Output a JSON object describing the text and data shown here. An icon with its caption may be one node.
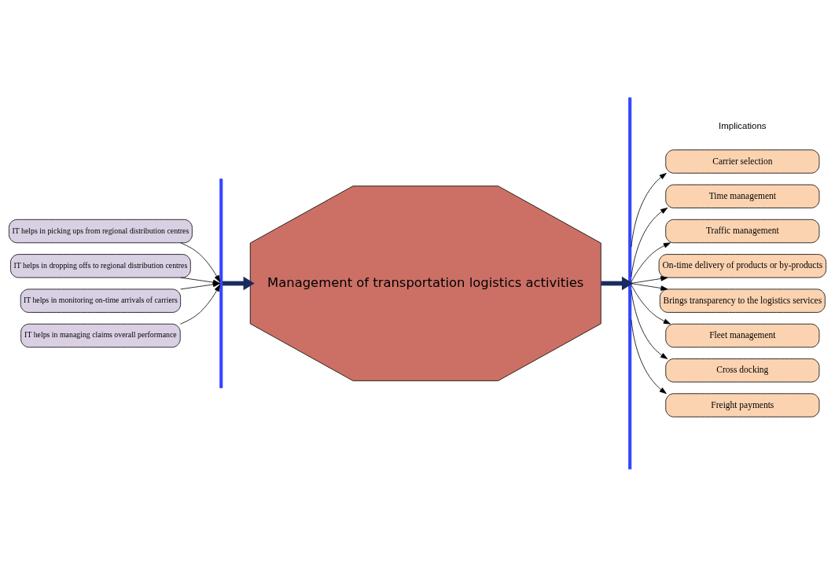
{
  "diagram": {
    "nodes": [
      {
        "text": [
          "IT helps in picking ups from regional distribution centres"
        ]
      },
      {
        "text": [
          "IT helps in dropping offs to regional distribution centres"
        ]
      },
      {
        "text": [
          "IT helps in monitoring on-time arrivals of carriers"
        ]
      },
      {
        "text": [
          "IT helps in managing claims overall performance"
        ]
      },
      {
        "text": [],
        "shape": "bar"
      },
      {
        "text": [
          "Management of transportation logistics activities"
        ]
      },
      {
        "text": [],
        "shape": "bar"
      },
      {
        "text": [
          "Carrier selection"
        ]
      },
      {
        "text": [
          "Time management"
        ]
      },
      {
        "text": [
          "Traffic management"
        ]
      },
      {
        "text": [
          "On-time delivery of products or by-products"
        ]
      },
      {
        "text": [
          "Brings transparency to the logistics services"
        ]
      },
      {
        "text": [
          "Fleet management"
        ]
      },
      {
        "text": [
          "Cross docking"
        ]
      },
      {
        "text": [
          "Freight payments"
        ]
      }
    ],
    "edges": [
      {
        "from": 0,
        "to": 4,
        "arrow": "to"
      },
      {
        "from": 1,
        "to": 4,
        "arrow": "to"
      },
      {
        "from": 2,
        "to": 4,
        "arrow": "to"
      },
      {
        "from": 3,
        "to": 4,
        "arrow": "to"
      },
      {
        "from": 4,
        "to": 5,
        "arrow": "to",
        "style": "thick",
        "color": "#1a2b5e"
      },
      {
        "from": 5,
        "to": 6,
        "arrow": "to",
        "style": "thick",
        "color": "#1a2b5e"
      },
      {
        "from": 6,
        "to": 7,
        "arrow": "to"
      },
      {
        "from": 6,
        "to": 8,
        "arrow": "to"
      },
      {
        "from": 6,
        "to": 9,
        "arrow": "to"
      },
      {
        "from": 6,
        "to": 10,
        "arrow": "to"
      },
      {
        "from": 6,
        "to": 11,
        "arrow": "to"
      },
      {
        "from": 6,
        "to": 12,
        "arrow": "to"
      },
      {
        "from": 6,
        "to": 13,
        "arrow": "to"
      },
      {
        "from": 6,
        "to": 14,
        "arrow": "to"
      }
    ],
    "labels": [
      "Implications"
    ]
  }
}
